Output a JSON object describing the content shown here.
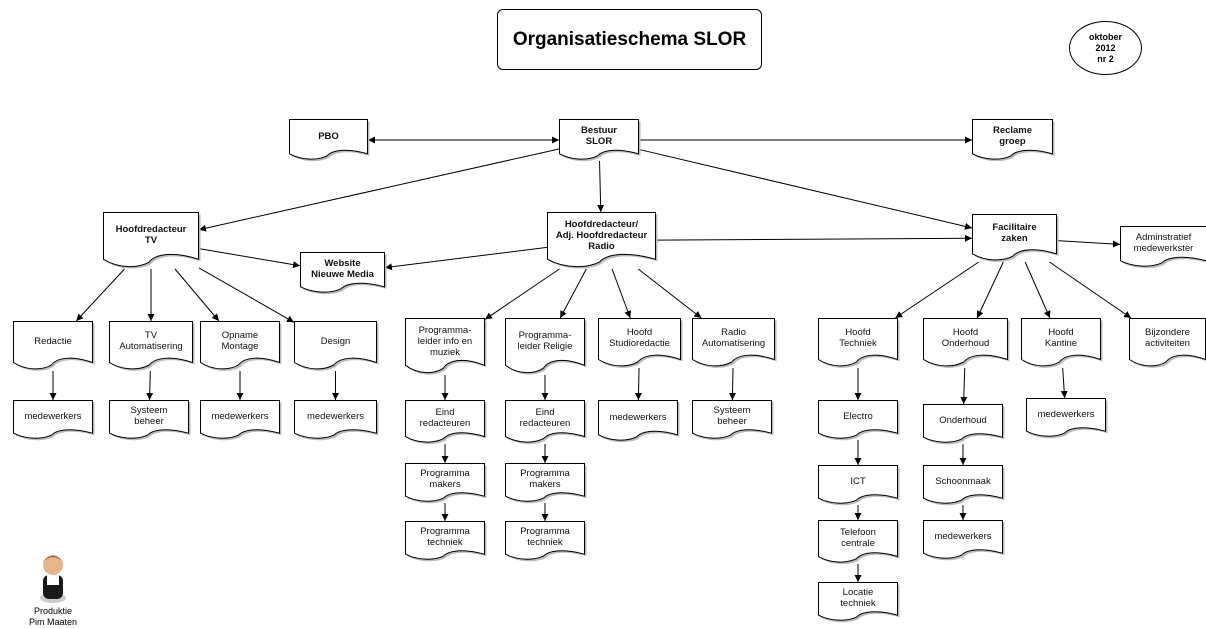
{
  "title": "Organisatieschema SLOR",
  "date_badge": "oktober\n2012\nnr 2",
  "producer": {
    "label": "Produktie\nPim Maaten",
    "icon": "person-icon"
  },
  "nodes": [
    {
      "id": "bestuur",
      "label": "Bestuur\nSLOR",
      "bold": true
    },
    {
      "id": "pbo",
      "label": "PBO",
      "bold": true
    },
    {
      "id": "reclame",
      "label": "Reclame\ngroep",
      "bold": true
    },
    {
      "id": "hoofd_tv",
      "label": "Hoofdredacteur\nTV",
      "bold": true
    },
    {
      "id": "hoofd_radio",
      "label": "Hoofdredacteur/\nAdj. Hoofdredacteur\nRadio",
      "bold": true
    },
    {
      "id": "facilitaire",
      "label": "Facilitaire\nzaken",
      "bold": true
    },
    {
      "id": "website",
      "label": "Website\nNieuwe Media",
      "bold": true
    },
    {
      "id": "admin",
      "label": "Adminstratief\nmedewerkster",
      "bold": false
    },
    {
      "id": "redactie",
      "label": "Redactie",
      "bold": false
    },
    {
      "id": "tv_auto",
      "label": "TV\nAutomatisering",
      "bold": false
    },
    {
      "id": "opname",
      "label": "Opname\nMontage",
      "bold": false
    },
    {
      "id": "design",
      "label": "Design",
      "bold": false
    },
    {
      "id": "prog_info",
      "label": "Programma-\nleider info en\nmuziek",
      "bold": false
    },
    {
      "id": "prog_rel",
      "label": "Programma-\nleider Religie",
      "bold": false
    },
    {
      "id": "hoofd_studio",
      "label": "Hoofd\nStudioredactie",
      "bold": false
    },
    {
      "id": "radio_auto",
      "label": "Radio\nAutomatisering",
      "bold": false
    },
    {
      "id": "hoofd_tech",
      "label": "Hoofd\nTechniek",
      "bold": false
    },
    {
      "id": "hoofd_onder",
      "label": "Hoofd\nOnderhoud",
      "bold": false
    },
    {
      "id": "hoofd_kantine",
      "label": "Hoofd\nKantine",
      "bold": false
    },
    {
      "id": "bijzondere",
      "label": "Bijzondere\nactiviteiten",
      "bold": false
    },
    {
      "id": "mw_redactie",
      "label": "medewerkers",
      "bold": false
    },
    {
      "id": "sys_tv",
      "label": "Systeem\nbeheer",
      "bold": false
    },
    {
      "id": "mw_opname",
      "label": "medewerkers",
      "bold": false
    },
    {
      "id": "mw_design",
      "label": "medewerkers",
      "bold": false
    },
    {
      "id": "eind1",
      "label": "Eind\nredacteuren",
      "bold": false
    },
    {
      "id": "eind2",
      "label": "Eind\nredacteuren",
      "bold": false
    },
    {
      "id": "mw_studio",
      "label": "medewerkers",
      "bold": false
    },
    {
      "id": "sys_radio",
      "label": "Systeem\nbeheer",
      "bold": false
    },
    {
      "id": "pm1",
      "label": "Programma\nmakers",
      "bold": false
    },
    {
      "id": "pm2",
      "label": "Programma\nmakers",
      "bold": false
    },
    {
      "id": "pt1",
      "label": "Programma\ntechniek",
      "bold": false
    },
    {
      "id": "pt2",
      "label": "Programma\ntechniek",
      "bold": false
    },
    {
      "id": "electro",
      "label": "Electro",
      "bold": false
    },
    {
      "id": "ict",
      "label": "ICT",
      "bold": false
    },
    {
      "id": "telefoon",
      "label": "Telefoon\ncentrale",
      "bold": false
    },
    {
      "id": "locatie",
      "label": "Locatie\ntechniek",
      "bold": false
    },
    {
      "id": "onderhoud",
      "label": "Onderhoud",
      "bold": false
    },
    {
      "id": "schoonmaak",
      "label": "Schoonmaak",
      "bold": false
    },
    {
      "id": "mw_onder",
      "label": "medewerkers",
      "bold": false
    },
    {
      "id": "mw_kantine",
      "label": "medewerkers",
      "bold": false
    }
  ],
  "edges": [
    {
      "from": "bestuur",
      "to": "pbo",
      "both": true
    },
    {
      "from": "bestuur",
      "to": "reclame",
      "both": false
    },
    {
      "from": "bestuur",
      "to": "hoofd_tv",
      "both": false
    },
    {
      "from": "bestuur",
      "to": "hoofd_radio",
      "both": false
    },
    {
      "from": "bestuur",
      "to": "facilitaire",
      "both": false
    },
    {
      "from": "hoofd_tv",
      "to": "website",
      "both": false
    },
    {
      "from": "hoofd_radio",
      "to": "website",
      "both": false
    },
    {
      "from": "hoofd_radio",
      "to": "facilitaire",
      "both": false
    },
    {
      "from": "facilitaire",
      "to": "admin",
      "both": false
    },
    {
      "from": "hoofd_tv",
      "to": "redactie",
      "both": false
    },
    {
      "from": "hoofd_tv",
      "to": "tv_auto",
      "both": false
    },
    {
      "from": "hoofd_tv",
      "to": "opname",
      "both": false
    },
    {
      "from": "hoofd_tv",
      "to": "design",
      "both": false
    },
    {
      "from": "hoofd_radio",
      "to": "prog_info",
      "both": false
    },
    {
      "from": "hoofd_radio",
      "to": "prog_rel",
      "both": false
    },
    {
      "from": "hoofd_radio",
      "to": "hoofd_studio",
      "both": false
    },
    {
      "from": "hoofd_radio",
      "to": "radio_auto",
      "both": false
    },
    {
      "from": "facilitaire",
      "to": "hoofd_tech",
      "both": false
    },
    {
      "from": "facilitaire",
      "to": "hoofd_onder",
      "both": false
    },
    {
      "from": "facilitaire",
      "to": "hoofd_kantine",
      "both": false
    },
    {
      "from": "facilitaire",
      "to": "bijzondere",
      "both": false
    },
    {
      "from": "redactie",
      "to": "mw_redactie",
      "both": false
    },
    {
      "from": "tv_auto",
      "to": "sys_tv",
      "both": false
    },
    {
      "from": "opname",
      "to": "mw_opname",
      "both": false
    },
    {
      "from": "design",
      "to": "mw_design",
      "both": false
    },
    {
      "from": "prog_info",
      "to": "eind1",
      "both": false
    },
    {
      "from": "prog_rel",
      "to": "eind2",
      "both": false
    },
    {
      "from": "hoofd_studio",
      "to": "mw_studio",
      "both": false
    },
    {
      "from": "radio_auto",
      "to": "sys_radio",
      "both": false
    },
    {
      "from": "eind1",
      "to": "pm1",
      "both": false
    },
    {
      "from": "eind2",
      "to": "pm2",
      "both": false
    },
    {
      "from": "pm1",
      "to": "pt1",
      "both": false
    },
    {
      "from": "pm2",
      "to": "pt2",
      "both": false
    },
    {
      "from": "hoofd_tech",
      "to": "electro",
      "both": false
    },
    {
      "from": "electro",
      "to": "ict",
      "both": false
    },
    {
      "from": "ict",
      "to": "telefoon",
      "both": false
    },
    {
      "from": "telefoon",
      "to": "locatie",
      "both": false
    },
    {
      "from": "hoofd_onder",
      "to": "onderhoud",
      "both": false
    },
    {
      "from": "onderhoud",
      "to": "schoonmaak",
      "both": false
    },
    {
      "from": "schoonmaak",
      "to": "mw_onder",
      "both": false
    },
    {
      "from": "hoofd_kantine",
      "to": "mw_kantine",
      "both": false
    }
  ]
}
